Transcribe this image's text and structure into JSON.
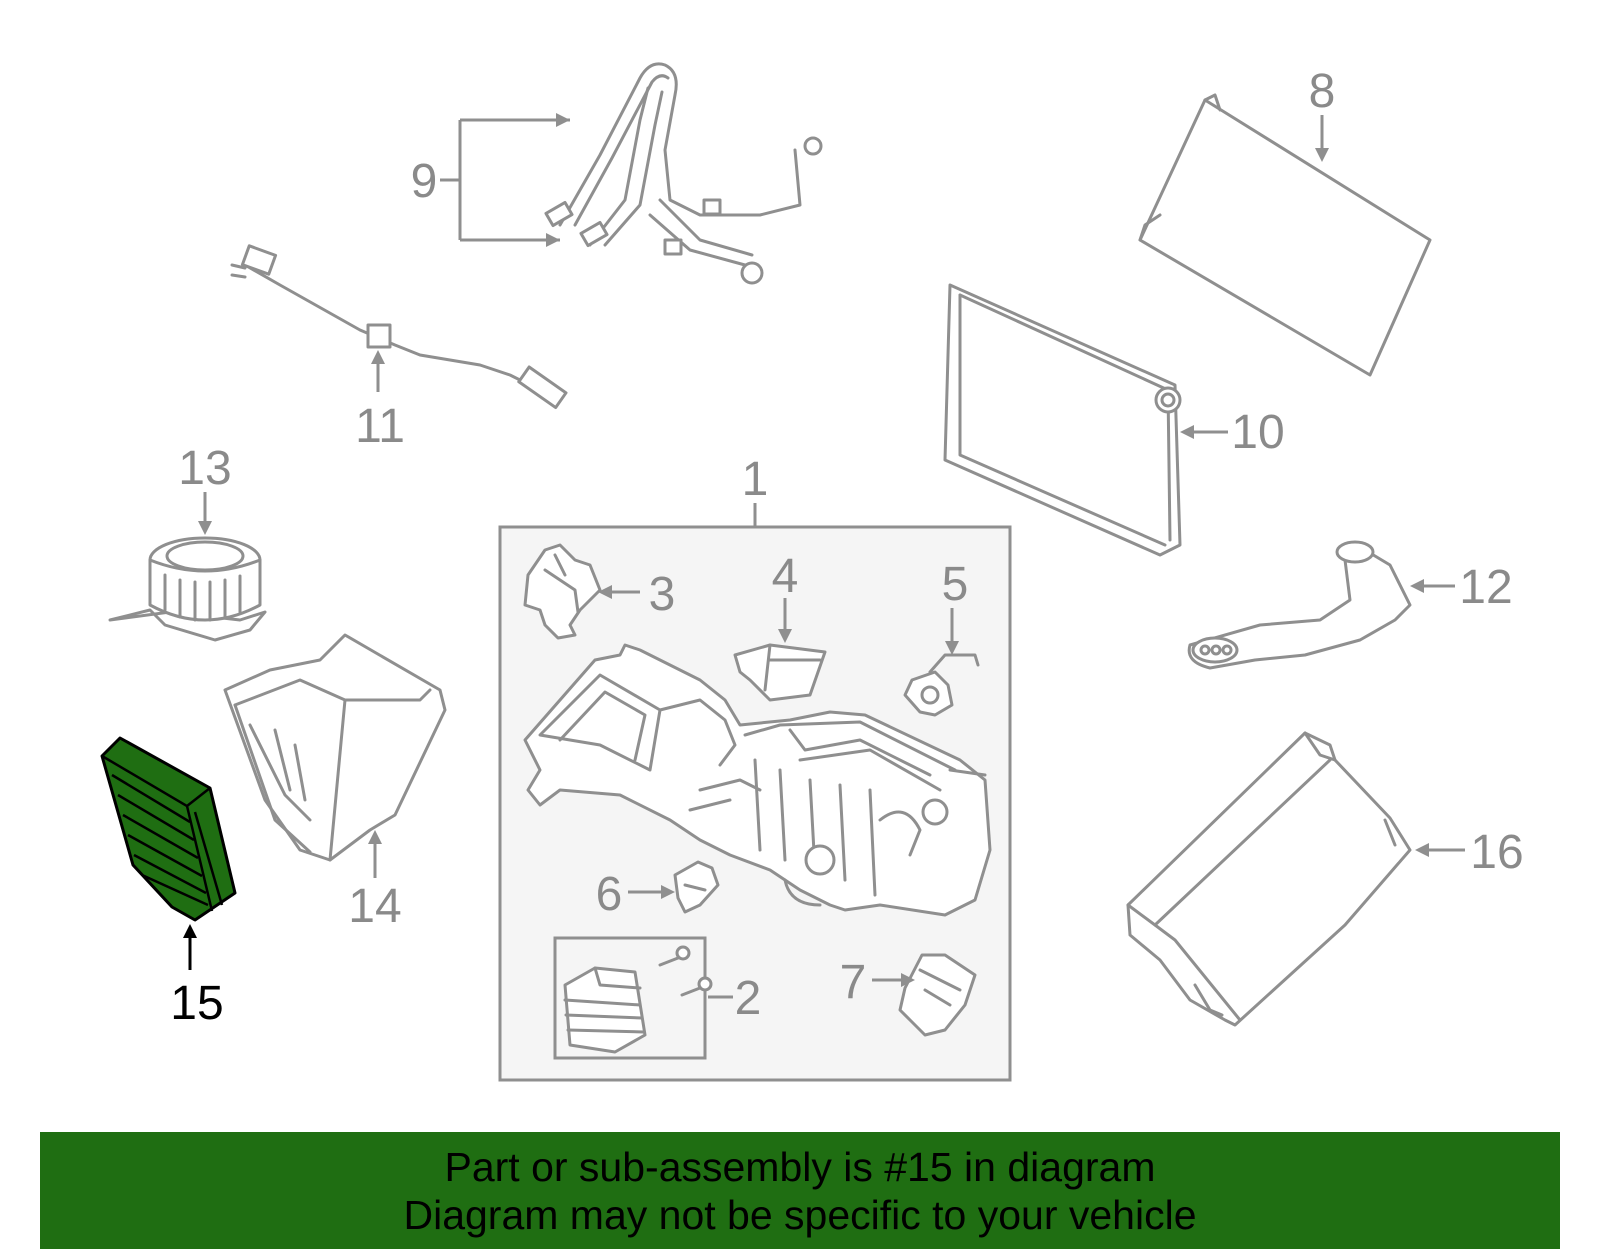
{
  "labels": {
    "p1": "1",
    "p2": "2",
    "p3": "3",
    "p4": "4",
    "p5": "5",
    "p6": "6",
    "p7": "7",
    "p8": "8",
    "p9": "9",
    "p10": "10",
    "p11": "11",
    "p12": "12",
    "p13": "13",
    "p14": "14",
    "p15": "15",
    "p16": "16"
  },
  "highlighted_part": "15",
  "colors": {
    "highlight_fill": "#1f6e12",
    "banner_background": "#1f6e12",
    "assembly_box_fill": "#f5f5f5",
    "outline": "#8f8f8f",
    "label": "#8a8a8a"
  },
  "banner": {
    "line1": "Part or sub-assembly is #15 in diagram",
    "line2": "Diagram may not be specific to your vehicle"
  }
}
